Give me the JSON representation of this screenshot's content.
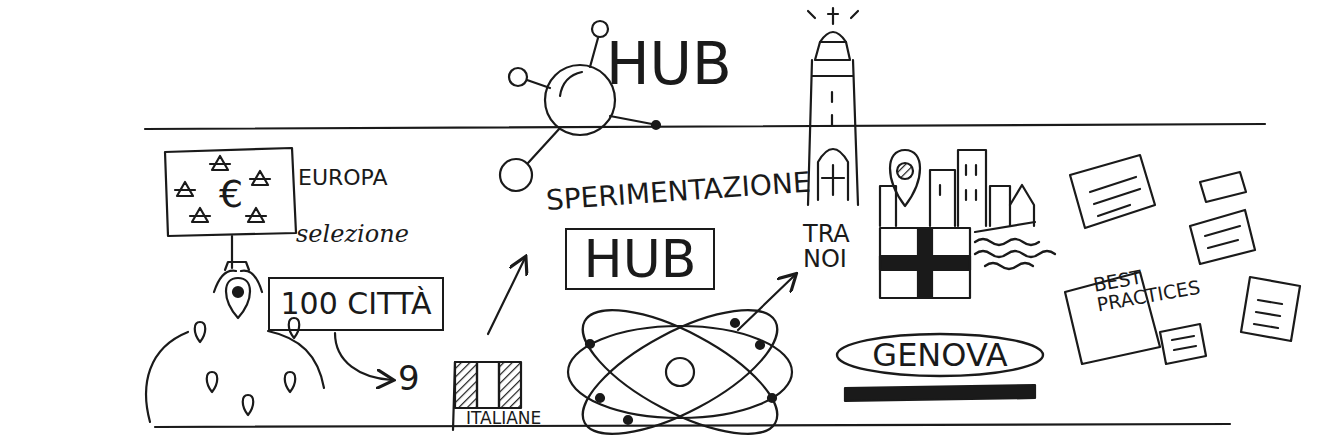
{
  "diagram": {
    "nodes": [
      {
        "text": [
          "100 CITTÀ"
        ]
      },
      {
        "text": [
          "HUB"
        ]
      },
      {
        "text": [
          "GENOVA"
        ]
      }
    ],
    "labels": [
      "HUB",
      "€",
      "EUROPA",
      "selezione",
      "9",
      "ITALIANE",
      "SPERIMENTAZIONE",
      "TRA NOI",
      "BEST PRACTICES"
    ]
  }
}
